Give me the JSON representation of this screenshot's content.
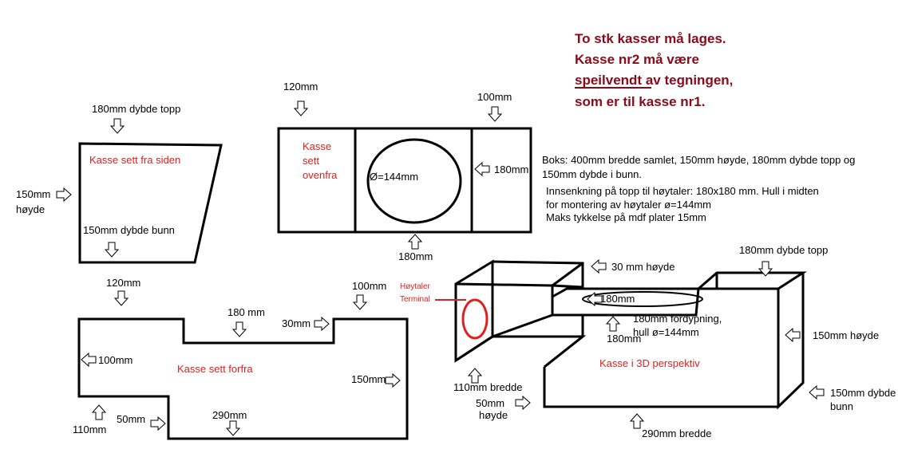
{
  "title": {
    "line1": "To stk kasser må lages.",
    "line2": "Kasse nr2 må være",
    "line3_underlined": "speilvendt",
    "line3_rest": " av tegningen,",
    "line4": "som er til kasse nr1."
  },
  "colors": {
    "title": "#8b0a1a",
    "label_red": "#e02020",
    "stroke": "#000000"
  },
  "side_view": {
    "label": "Kasse sett fra siden",
    "top_depth": "180mm dybde topp",
    "bottom_depth": "150mm dybde bunn",
    "height_line1": "150mm",
    "height_line2": "høyde"
  },
  "top_view": {
    "label_line1": "Kasse",
    "label_line2": "sett",
    "label_line3": "ovenfra",
    "left_width": "120mm",
    "right_width": "100mm",
    "hole": "Ø=144mm",
    "side_depth": "180mm",
    "bottom_depth": "180mm"
  },
  "notes": {
    "line1": "Boks: 400mm bredde samlet, 150mm høyde, 180mm dybde topp og",
    "line2": "150mm dybde i bunn.",
    "line3": "Innsenkning på topp til høytaler: 180x180 mm. Hull i midten",
    "line4": "for montering av høytaler ø=144mm",
    "line5": "Maks tykkelse på mdf plater 15mm"
  },
  "front_view": {
    "label": "Kasse sett forfra",
    "top_left": "120mm",
    "top_middle": "180 mm",
    "top_right": "100mm",
    "step": "30mm",
    "left_height": "100mm",
    "right_height": "150mm",
    "bottom_left": "110mm",
    "bottom_step": "50mm",
    "bottom_width": "290mm"
  },
  "perspective": {
    "label": "Kasse i 3D perspektiv",
    "terminal_line1": "Høytaler",
    "terminal_line2": "Terminal",
    "recess_height_a": "30 mm",
    "recess_height_b": "høyde",
    "top_depth": "180mm dybde topp",
    "recess": "180mm",
    "recess_depth_line1": "180mm fordypning,",
    "recess_depth_line2": "hull ø=144mm",
    "recess_width": "180mm",
    "right_height": "150mm høyde",
    "bottom_depth_line1": "150mm dybde",
    "bottom_depth_line2": "bunn",
    "left_width": "110mm bredde",
    "step_line1": "50mm",
    "step_line2": "høyde",
    "bottom_width": "290mm bredde"
  }
}
